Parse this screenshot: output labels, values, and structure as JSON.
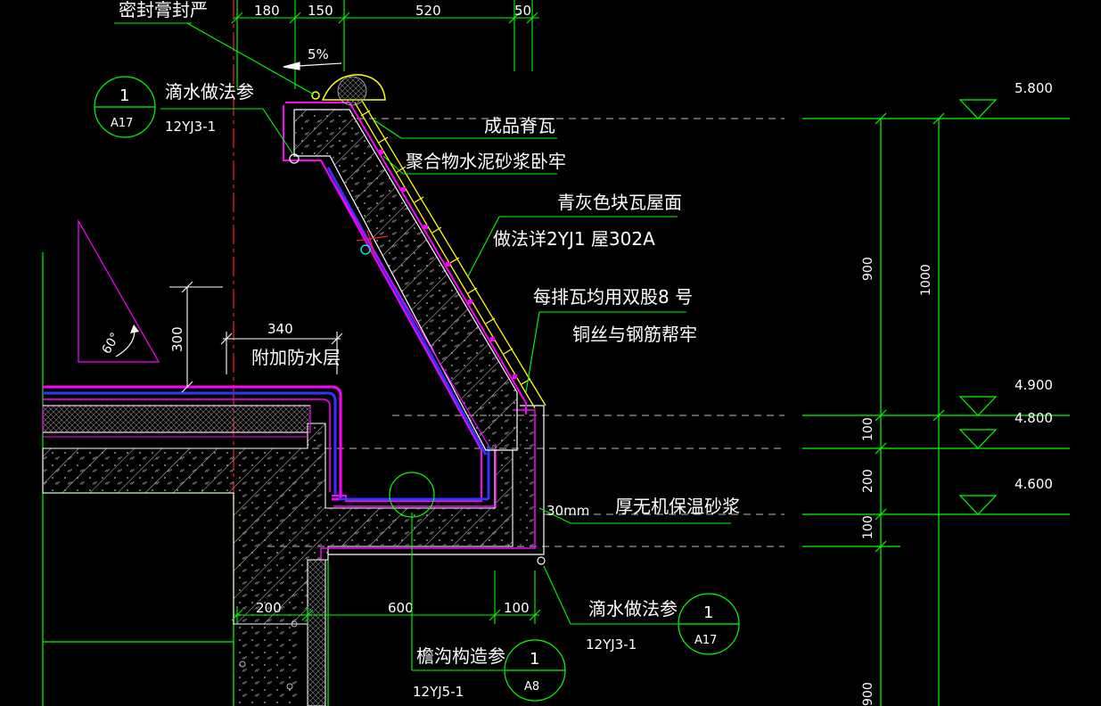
{
  "dimensions_top": [
    "180",
    "150",
    "520",
    "50"
  ],
  "slope": "5%",
  "labels": {
    "sealant": "密封膏封严",
    "drip1_text": "滴水做法参",
    "drip1_ref": "12YJ3-1",
    "ridge_tile": "成品脊瓦",
    "mortar": "聚合物水泥砂浆卧牢",
    "tile_roof": "青灰色块瓦屋面",
    "method": "做法详2YJ1   屋302A",
    "wire1": "每排瓦均用双股8 号",
    "wire2": "铜丝与钢筋帮牢",
    "waterproof": "附加防水层",
    "insulation": "厚无机保温砂浆",
    "insulation_thickness": "30mm",
    "drip2_text": "滴水做法参",
    "drip2_ref": "12YJ3-1",
    "gutter_text": "檐沟构造参",
    "gutter_ref": "12YJ5-1"
  },
  "bubbles": {
    "b1_num": "1",
    "b1_ref": "A17",
    "b2_num": "1",
    "b2_ref": "A17",
    "b3_num": "1",
    "b3_ref": "A8"
  },
  "dimensions_misc": {
    "d340": "340",
    "d300": "300",
    "angle": "60°",
    "d200": "200",
    "d600": "600",
    "d100": "100"
  },
  "elevations": [
    "5.800",
    "4.900",
    "4.800",
    "4.600"
  ],
  "dimensions_right": {
    "d900": "900",
    "d1000": "1000",
    "d100a": "100",
    "d200": "200",
    "d100b": "100",
    "d900b": "900"
  }
}
